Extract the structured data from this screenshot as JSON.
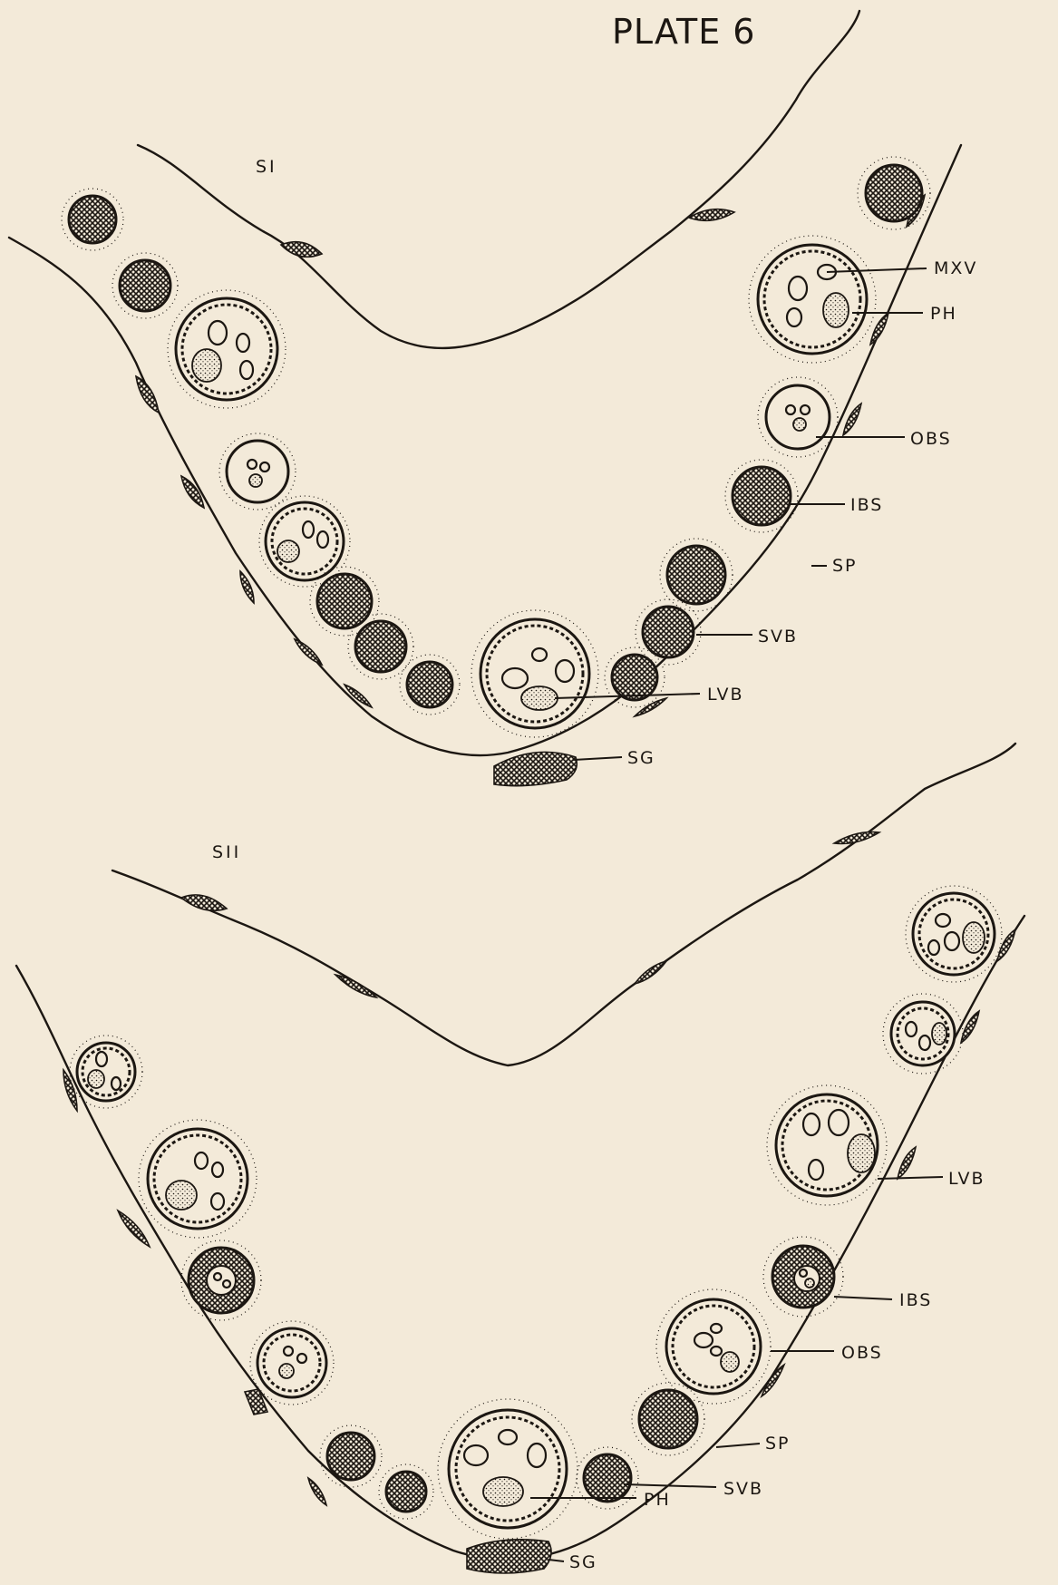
{
  "plate_title": "PLATE 6",
  "section_one": {
    "label": "SI",
    "labels": [
      "MXV",
      "PH",
      "OBS",
      "IBS",
      "SP",
      "SVB",
      "LVB",
      "SG"
    ]
  },
  "section_two": {
    "label": "SII",
    "labels": [
      "LVB",
      "IBS",
      "OBS",
      "SP",
      "SVB",
      "PH",
      "SG"
    ]
  },
  "colors": {
    "paper": "#f3ead9",
    "ink": "#1c1712"
  }
}
